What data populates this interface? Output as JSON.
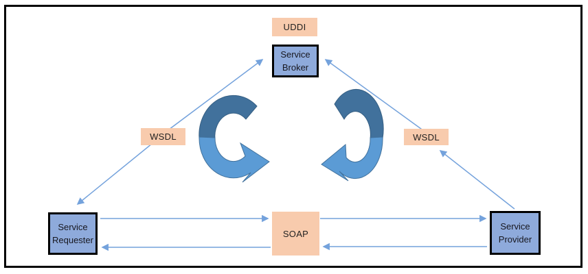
{
  "diagram": {
    "kind": "soa-web-services-triangle",
    "nodes": {
      "uddi": {
        "label": "UDDI"
      },
      "service_broker": {
        "line1": "Service",
        "line2": "Broker"
      },
      "wsdl_left": {
        "label": "WSDL"
      },
      "wsdl_right": {
        "label": "WSDL"
      },
      "service_requester": {
        "line1": "Service",
        "line2": "Requester"
      },
      "soap": {
        "label": "SOAP"
      },
      "service_provider": {
        "line1": "Service",
        "line2": "Provider"
      }
    },
    "edges": [
      {
        "from": "service_requester",
        "to": "service_broker",
        "via": "wsdl_left",
        "style": "thin-arrow"
      },
      {
        "from": "service_broker",
        "to": "service_requester",
        "via": "wsdl_left",
        "style": "thin-arrow"
      },
      {
        "from": "wsdl_right",
        "to": "service_broker",
        "style": "thin-arrow"
      },
      {
        "from": "service_provider",
        "to": "wsdl_right",
        "style": "thin-arrow"
      },
      {
        "from": "service_requester",
        "to": "soap",
        "style": "thin-arrow"
      },
      {
        "from": "soap",
        "to": "service_requester",
        "style": "thin-arrow"
      },
      {
        "from": "soap",
        "to": "service_provider",
        "style": "thin-arrow"
      },
      {
        "from": "service_provider",
        "to": "soap",
        "style": "thin-arrow"
      }
    ],
    "center_motif": "two opposing curved ribbon arrows (left one points right, right one points left)",
    "colors": {
      "background": "#ffffff",
      "outer_border": "#000000",
      "node_fill": "#8eaadb",
      "node_border": "#000000",
      "tag_fill": "#f8cbad",
      "text": "#1f1f1f",
      "connector": "#74a2dc",
      "curved_arrow_dark": "#41719c",
      "curved_arrow_light": "#5b9bd5",
      "curved_arrow_outline": "#41719c"
    }
  }
}
